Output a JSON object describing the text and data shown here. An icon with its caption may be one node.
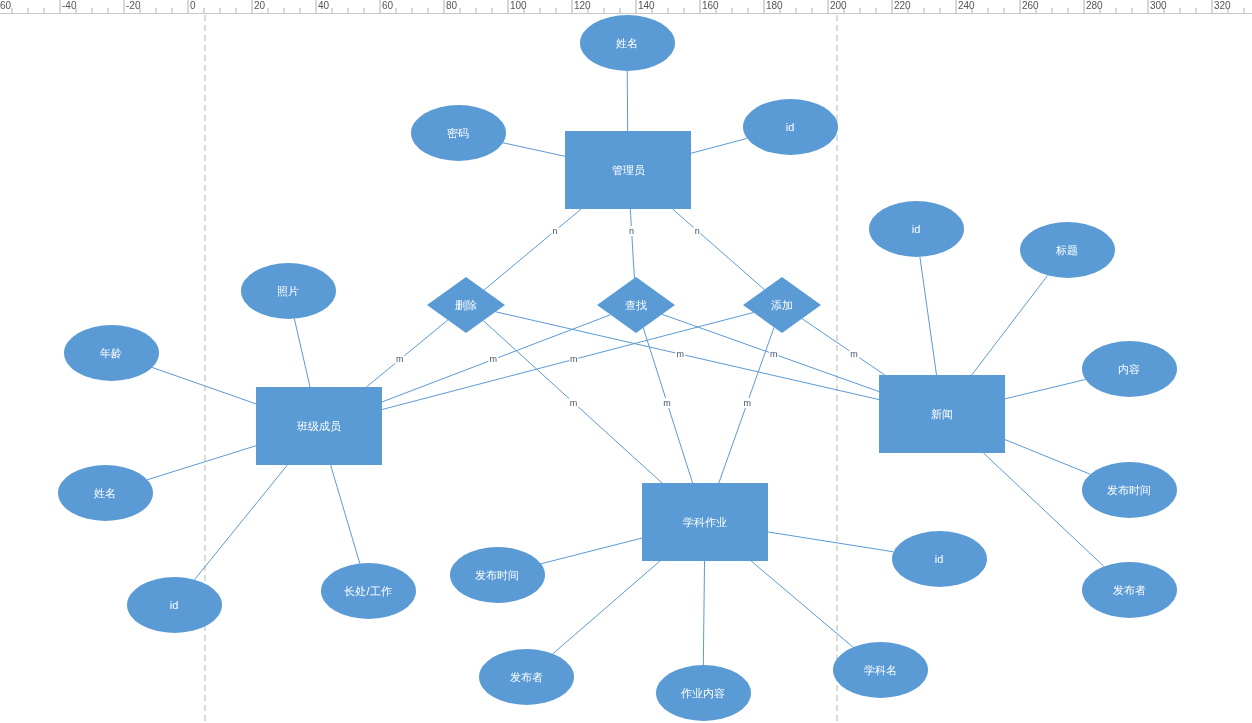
{
  "diagram": {
    "nodes": [
      {
        "text": [
          "管理员"
        ]
      },
      {
        "text": [
          "姓名"
        ]
      },
      {
        "text": [
          "密码"
        ]
      },
      {
        "text": [
          "id"
        ]
      },
      {
        "text": [
          "删除"
        ]
      },
      {
        "text": [
          "查找"
        ]
      },
      {
        "text": [
          "添加"
        ]
      },
      {
        "text": [
          "班级成员"
        ]
      },
      {
        "text": [
          "照片"
        ]
      },
      {
        "text": [
          "年龄"
        ]
      },
      {
        "text": [
          "姓名"
        ]
      },
      {
        "text": [
          "id"
        ]
      },
      {
        "text": [
          "长处/工作"
        ]
      },
      {
        "text": [
          "新闻"
        ]
      },
      {
        "text": [
          "id"
        ]
      },
      {
        "text": [
          "标题"
        ]
      },
      {
        "text": [
          "内容"
        ]
      },
      {
        "text": [
          "发布时间"
        ]
      },
      {
        "text": [
          "发布者"
        ]
      },
      {
        "text": [
          "学科作业"
        ]
      },
      {
        "text": [
          "发布时间"
        ]
      },
      {
        "text": [
          "id"
        ]
      },
      {
        "text": [
          "发布者"
        ]
      },
      {
        "text": [
          "作业内容"
        ]
      },
      {
        "text": [
          "学科名"
        ]
      }
    ],
    "edges": [
      {
        "from": 0,
        "to": 1,
        "arrow": "none"
      },
      {
        "from": 0,
        "to": 2,
        "arrow": "none"
      },
      {
        "from": 0,
        "to": 3,
        "arrow": "none"
      },
      {
        "from": 0,
        "to": 4,
        "arrow": "none",
        "label": "n"
      },
      {
        "from": 0,
        "to": 5,
        "arrow": "none",
        "label": "n"
      },
      {
        "from": 0,
        "to": 6,
        "arrow": "none",
        "label": "n"
      },
      {
        "from": 4,
        "to": 7,
        "arrow": "none",
        "label": "m"
      },
      {
        "from": 4,
        "to": 19,
        "arrow": "none",
        "label": "m"
      },
      {
        "from": 4,
        "to": 13,
        "arrow": "none",
        "label": "m"
      },
      {
        "from": 5,
        "to": 7,
        "arrow": "none",
        "label": "m"
      },
      {
        "from": 5,
        "to": 19,
        "arrow": "none",
        "label": "m"
      },
      {
        "from": 5,
        "to": 13,
        "arrow": "none",
        "label": "m"
      },
      {
        "from": 6,
        "to": 7,
        "arrow": "none",
        "label": "m"
      },
      {
        "from": 6,
        "to": 19,
        "arrow": "none",
        "label": "m"
      },
      {
        "from": 6,
        "to": 13,
        "arrow": "none",
        "label": "m"
      },
      {
        "from": 7,
        "to": 8,
        "arrow": "none"
      },
      {
        "from": 7,
        "to": 9,
        "arrow": "none"
      },
      {
        "from": 7,
        "to": 10,
        "arrow": "none"
      },
      {
        "from": 7,
        "to": 11,
        "arrow": "none"
      },
      {
        "from": 7,
        "to": 12,
        "arrow": "none"
      },
      {
        "from": 13,
        "to": 14,
        "arrow": "none"
      },
      {
        "from": 13,
        "to": 15,
        "arrow": "none"
      },
      {
        "from": 13,
        "to": 16,
        "arrow": "none"
      },
      {
        "from": 13,
        "to": 17,
        "arrow": "none"
      },
      {
        "from": 13,
        "to": 18,
        "arrow": "none"
      },
      {
        "from": 19,
        "to": 20,
        "arrow": "none"
      },
      {
        "from": 19,
        "to": 21,
        "arrow": "none"
      },
      {
        "from": 19,
        "to": 22,
        "arrow": "none"
      },
      {
        "from": 19,
        "to": 23,
        "arrow": "none"
      },
      {
        "from": 19,
        "to": 24,
        "arrow": "none"
      }
    ],
    "labels": [
      "60",
      "-40",
      "-20",
      "0",
      "20",
      "40",
      "60",
      "80",
      "100",
      "120",
      "140",
      "160",
      "180",
      "200",
      "220",
      "240",
      "260",
      "280",
      "300",
      "320"
    ]
  }
}
